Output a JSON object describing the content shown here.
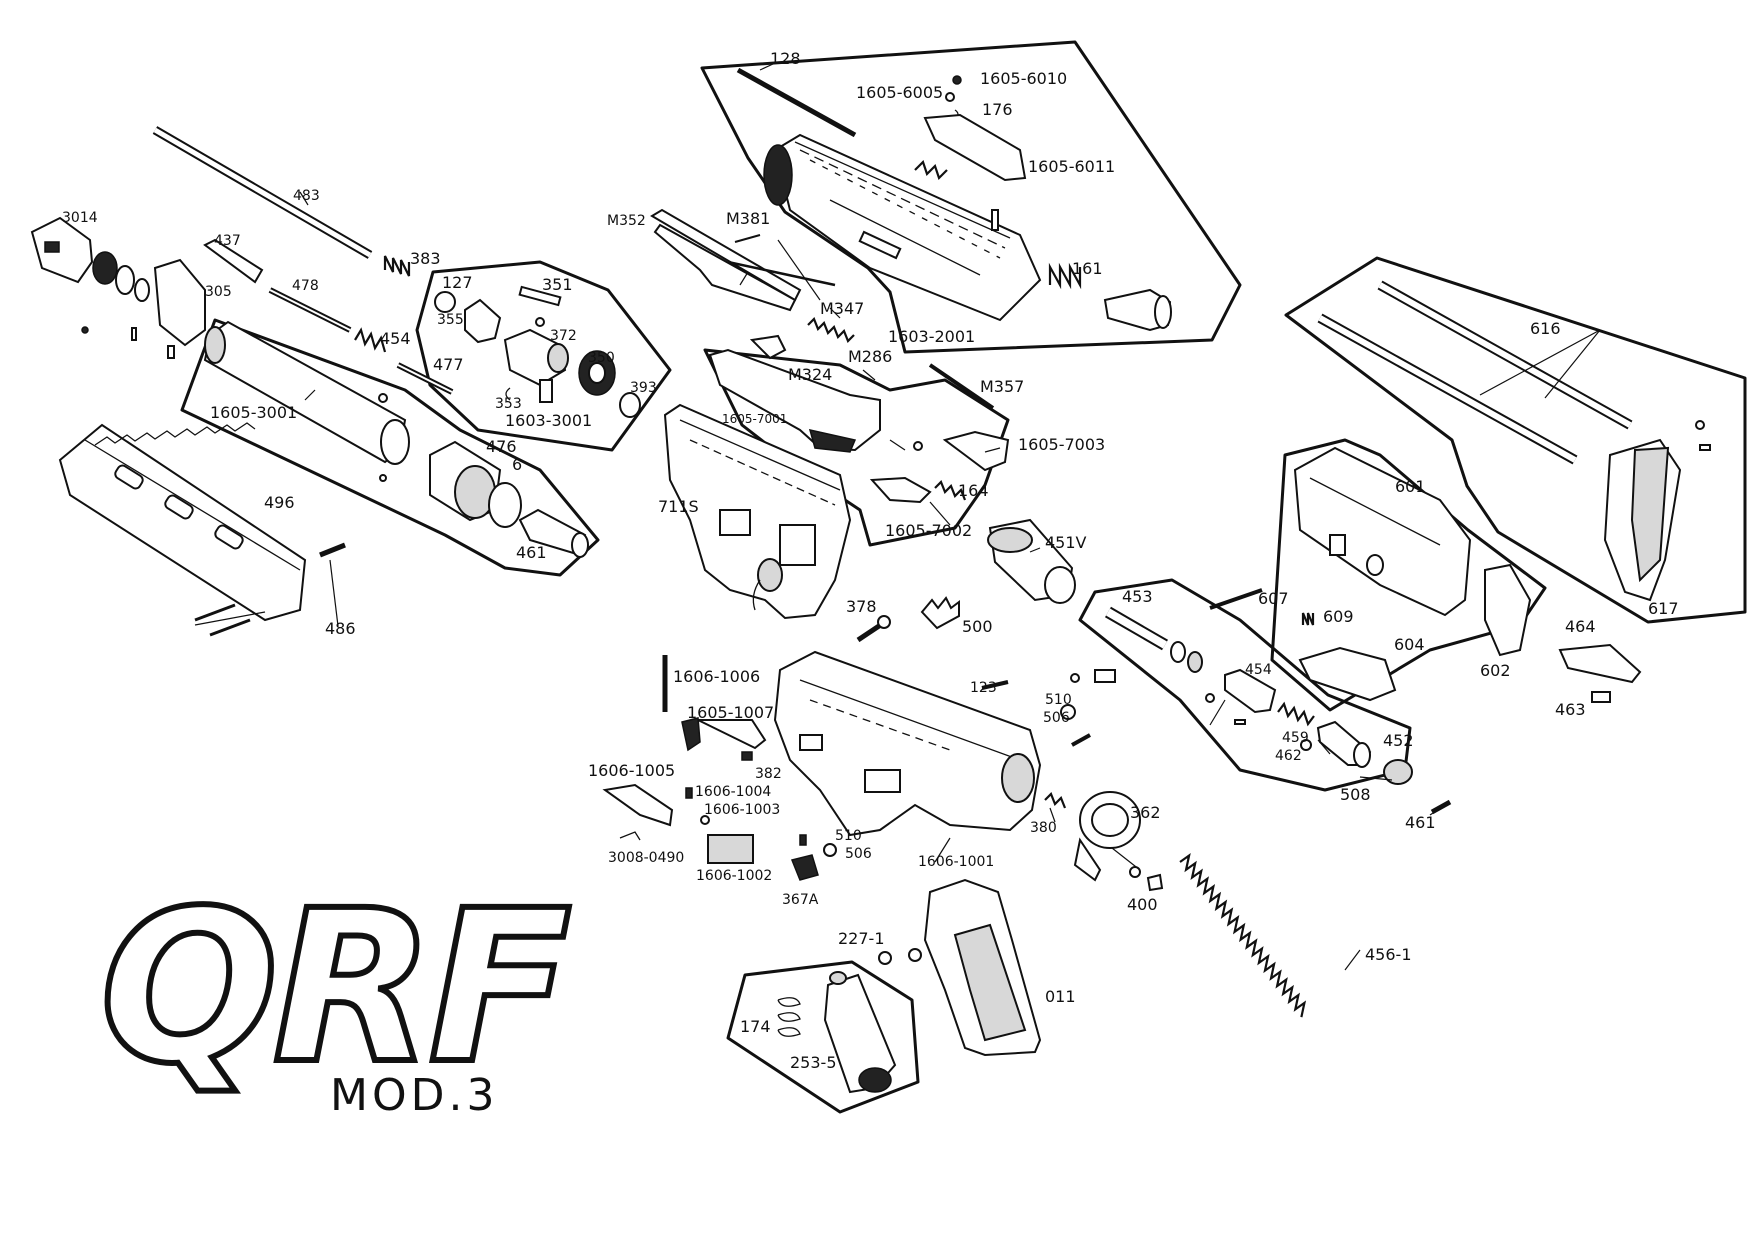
{
  "logo": {
    "brand": "QRF",
    "model": "MOD.3"
  },
  "labels": [
    {
      "id": "l128",
      "text": "128"
    },
    {
      "id": "l1605-6010",
      "text": "1605-6010"
    },
    {
      "id": "l1605-6005",
      "text": "1605-6005"
    },
    {
      "id": "l176",
      "text": "176"
    },
    {
      "id": "l1605-6011",
      "text": "1605-6011"
    },
    {
      "id": "l161",
      "text": "161"
    },
    {
      "id": "l1603-2001",
      "text": "1603-2001"
    },
    {
      "id": "lM352",
      "text": "M352"
    },
    {
      "id": "lM381",
      "text": "M381"
    },
    {
      "id": "lM347",
      "text": "M347"
    },
    {
      "id": "lM286",
      "text": "M286"
    },
    {
      "id": "lM324",
      "text": "M324"
    },
    {
      "id": "lM357",
      "text": "M357"
    },
    {
      "id": "l1605-7001",
      "text": "1605-7001"
    },
    {
      "id": "l1605-7003",
      "text": "1605-7003"
    },
    {
      "id": "l164",
      "text": "164"
    },
    {
      "id": "l1605-7002",
      "text": "1605-7002"
    },
    {
      "id": "l711S",
      "text": "711S"
    },
    {
      "id": "l451V",
      "text": "451V"
    },
    {
      "id": "l378",
      "text": "378"
    },
    {
      "id": "l500",
      "text": "500"
    },
    {
      "id": "l3014",
      "text": "3014"
    },
    {
      "id": "l483",
      "text": "483"
    },
    {
      "id": "l437",
      "text": "437"
    },
    {
      "id": "l383",
      "text": "383"
    },
    {
      "id": "l305",
      "text": "305"
    },
    {
      "id": "l478",
      "text": "478"
    },
    {
      "id": "l127",
      "text": "127"
    },
    {
      "id": "l351",
      "text": "351"
    },
    {
      "id": "l355",
      "text": "355"
    },
    {
      "id": "l372",
      "text": "372"
    },
    {
      "id": "l454a",
      "text": "454"
    },
    {
      "id": "l477",
      "text": "477"
    },
    {
      "id": "l350",
      "text": "350"
    },
    {
      "id": "l393",
      "text": "393"
    },
    {
      "id": "l353",
      "text": "353"
    },
    {
      "id": "l1603-3001",
      "text": "1603-3001"
    },
    {
      "id": "l1605-3001",
      "text": "1605-3001"
    },
    {
      "id": "l476",
      "text": "476"
    },
    {
      "id": "l6",
      "text": "6"
    },
    {
      "id": "l461a",
      "text": "461"
    },
    {
      "id": "l496",
      "text": "496"
    },
    {
      "id": "l486",
      "text": "486"
    },
    {
      "id": "l616",
      "text": "616"
    },
    {
      "id": "l601",
      "text": "601"
    },
    {
      "id": "l607",
      "text": "607"
    },
    {
      "id": "l609",
      "text": "609"
    },
    {
      "id": "l604",
      "text": "604"
    },
    {
      "id": "l602",
      "text": "602"
    },
    {
      "id": "l617",
      "text": "617"
    },
    {
      "id": "l464",
      "text": "464"
    },
    {
      "id": "l463",
      "text": "463"
    },
    {
      "id": "l453",
      "text": "453"
    },
    {
      "id": "l454b",
      "text": "454"
    },
    {
      "id": "l459",
      "text": "459"
    },
    {
      "id": "l462",
      "text": "462"
    },
    {
      "id": "l452",
      "text": "452"
    },
    {
      "id": "l508",
      "text": "508"
    },
    {
      "id": "l461b",
      "text": "461"
    },
    {
      "id": "l1606-1006",
      "text": "1606-1006"
    },
    {
      "id": "l1605-1007",
      "text": "1605-1007"
    },
    {
      "id": "l382",
      "text": "382"
    },
    {
      "id": "l1606-1005",
      "text": "1606-1005"
    },
    {
      "id": "l1606-1004",
      "text": "1606-1004"
    },
    {
      "id": "l1606-1003",
      "text": "1606-1003"
    },
    {
      "id": "l3008-0490",
      "text": "3008-0490"
    },
    {
      "id": "l1606-1002",
      "text": "1606-1002"
    },
    {
      "id": "l510a",
      "text": "510"
    },
    {
      "id": "l506a",
      "text": "506"
    },
    {
      "id": "l367A",
      "text": "367A"
    },
    {
      "id": "l1606-1001",
      "text": "1606-1001"
    },
    {
      "id": "l123",
      "text": "123"
    },
    {
      "id": "l510b",
      "text": "510"
    },
    {
      "id": "l506b",
      "text": "506"
    },
    {
      "id": "l380",
      "text": "380"
    },
    {
      "id": "l362",
      "text": "362"
    },
    {
      "id": "l400",
      "text": "400"
    },
    {
      "id": "l456-1",
      "text": "456-1"
    },
    {
      "id": "l227-1",
      "text": "227-1"
    },
    {
      "id": "l011",
      "text": "011"
    },
    {
      "id": "l174",
      "text": "174"
    },
    {
      "id": "l253-5",
      "text": "253-5"
    }
  ]
}
